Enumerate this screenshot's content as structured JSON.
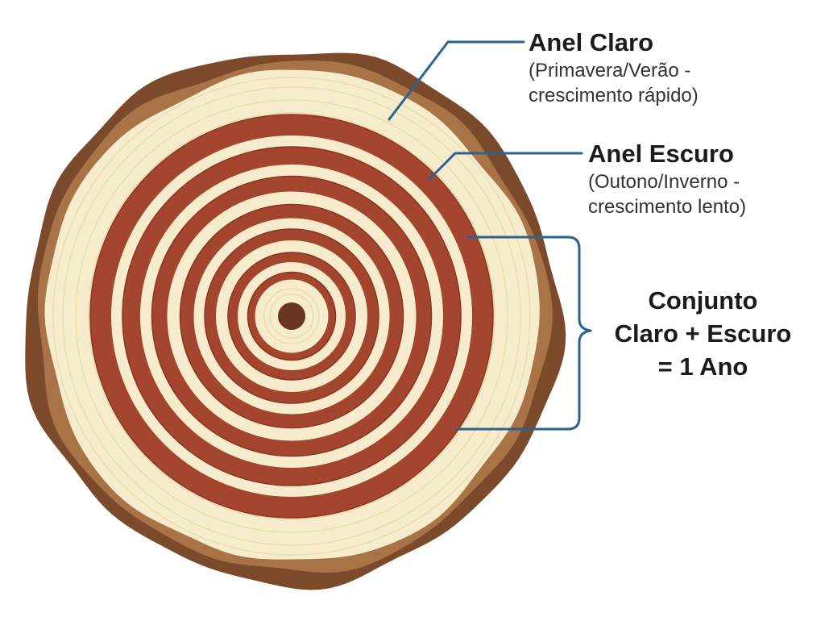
{
  "labels": {
    "light_ring": {
      "title": "Anel Claro",
      "line1": "(Primavera/Verão -",
      "line2": "crescimento rápido)"
    },
    "dark_ring": {
      "title": "Anel Escuro",
      "line1": "(Outono/Inverno -",
      "line2": "crescimento lento)"
    },
    "year_set": {
      "line1": "Conjunto",
      "line2": "Claro + Escuro",
      "line3": "= 1 Ano"
    }
  },
  "colors": {
    "bark_outer": "#7a4a2a",
    "bark_inner": "#a87447",
    "light_wood": "#f6ebcb",
    "light_wood_edge": "#eedcaf",
    "dark_ring": "#a3452f",
    "dark_ring_edge": "#8a3523",
    "pith": "#6b3523",
    "leader_line": "#2a6390",
    "text": "#1b1b1b"
  },
  "dark_ring_count": 7
}
